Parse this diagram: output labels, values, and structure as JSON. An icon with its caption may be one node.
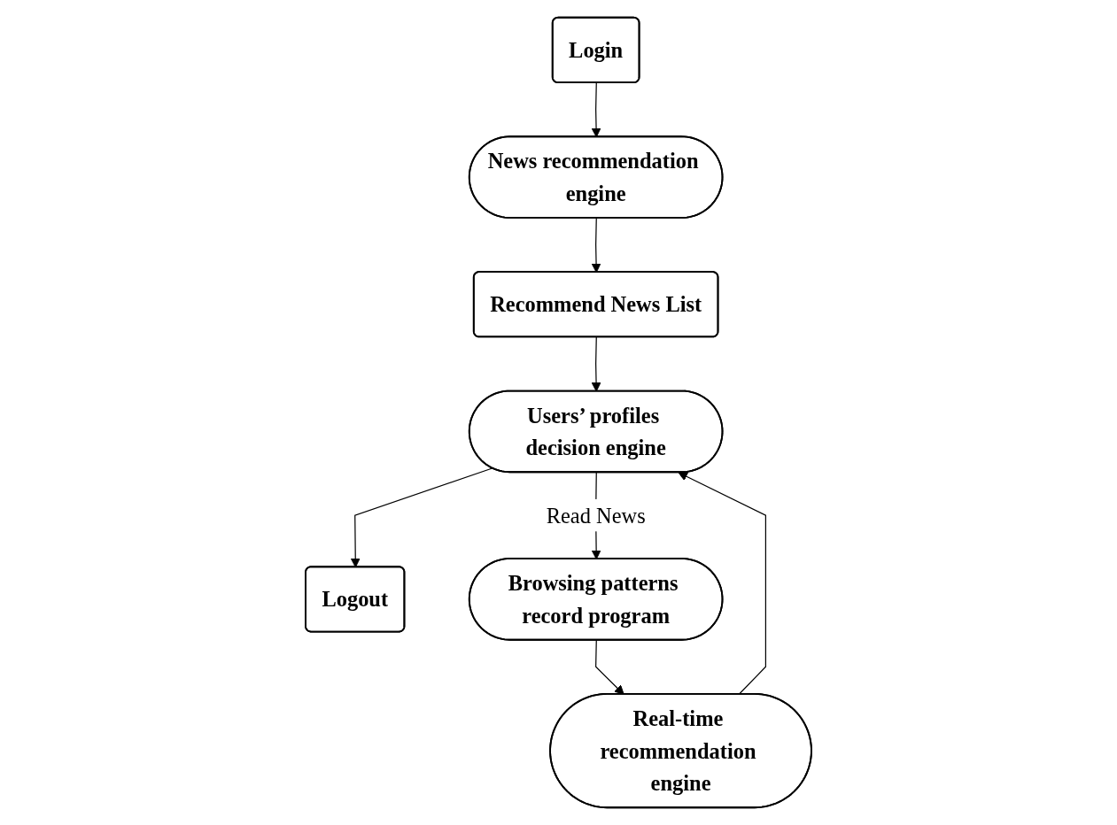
{
  "diagram": {
    "nodes": [
      {
        "text": [
          "Login"
        ]
      },
      {
        "text": [
          "News recommendation engine"
        ]
      },
      {
        "text": [
          "Recommend News List"
        ]
      },
      {
        "text": [
          "Users’ profiles decision engine"
        ]
      },
      {
        "text": [
          "Logout"
        ]
      },
      {
        "text": [
          "Real-time recommendation engine"
        ]
      },
      {
        "text": [
          "Browsing patterns record program"
        ]
      }
    ],
    "edges": [
      {
        "from": 0,
        "to": 1,
        "arrow": "to"
      },
      {
        "from": 1,
        "to": 2,
        "arrow": "to"
      },
      {
        "from": 2,
        "to": 3,
        "arrow": "to"
      },
      {
        "from": 3,
        "to": 4,
        "arrow": "to"
      },
      {
        "from": 3,
        "to": 6,
        "arrow": "to",
        "label": "Read News"
      },
      {
        "from": 6,
        "to": 5,
        "arrow": "to"
      },
      {
        "from": 5,
        "to": 3,
        "arrow": "to"
      }
    ]
  }
}
